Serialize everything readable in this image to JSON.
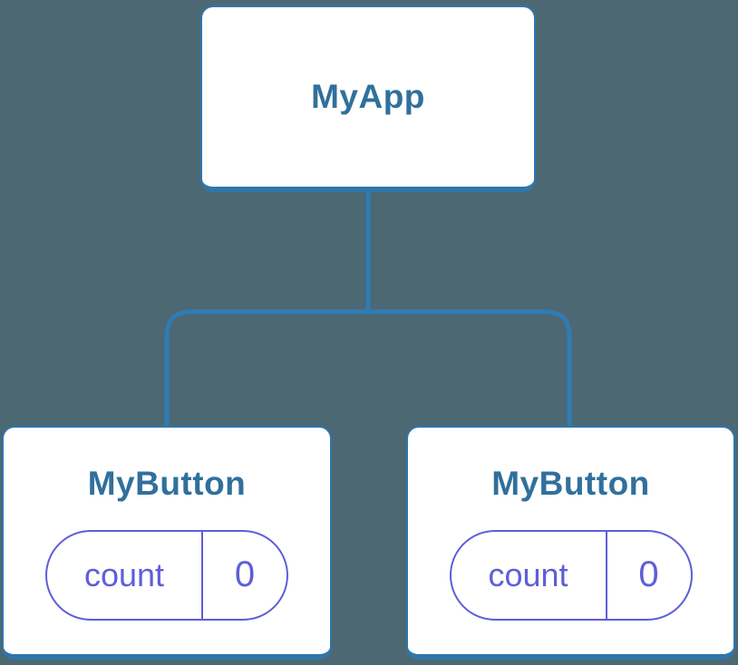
{
  "tree": {
    "root": {
      "label": "MyApp"
    },
    "children": [
      {
        "label": "MyButton",
        "state": {
          "key": "count",
          "value": "0"
        }
      },
      {
        "label": "MyButton",
        "state": {
          "key": "count",
          "value": "0"
        }
      }
    ]
  },
  "colors": {
    "background": "#4C6873",
    "node_fill": "#FFFFFF",
    "node_border": "#2E76AC",
    "connector": "#2E7CB4",
    "title_text": "#30709C",
    "state_accent": "#5E5ED8"
  }
}
